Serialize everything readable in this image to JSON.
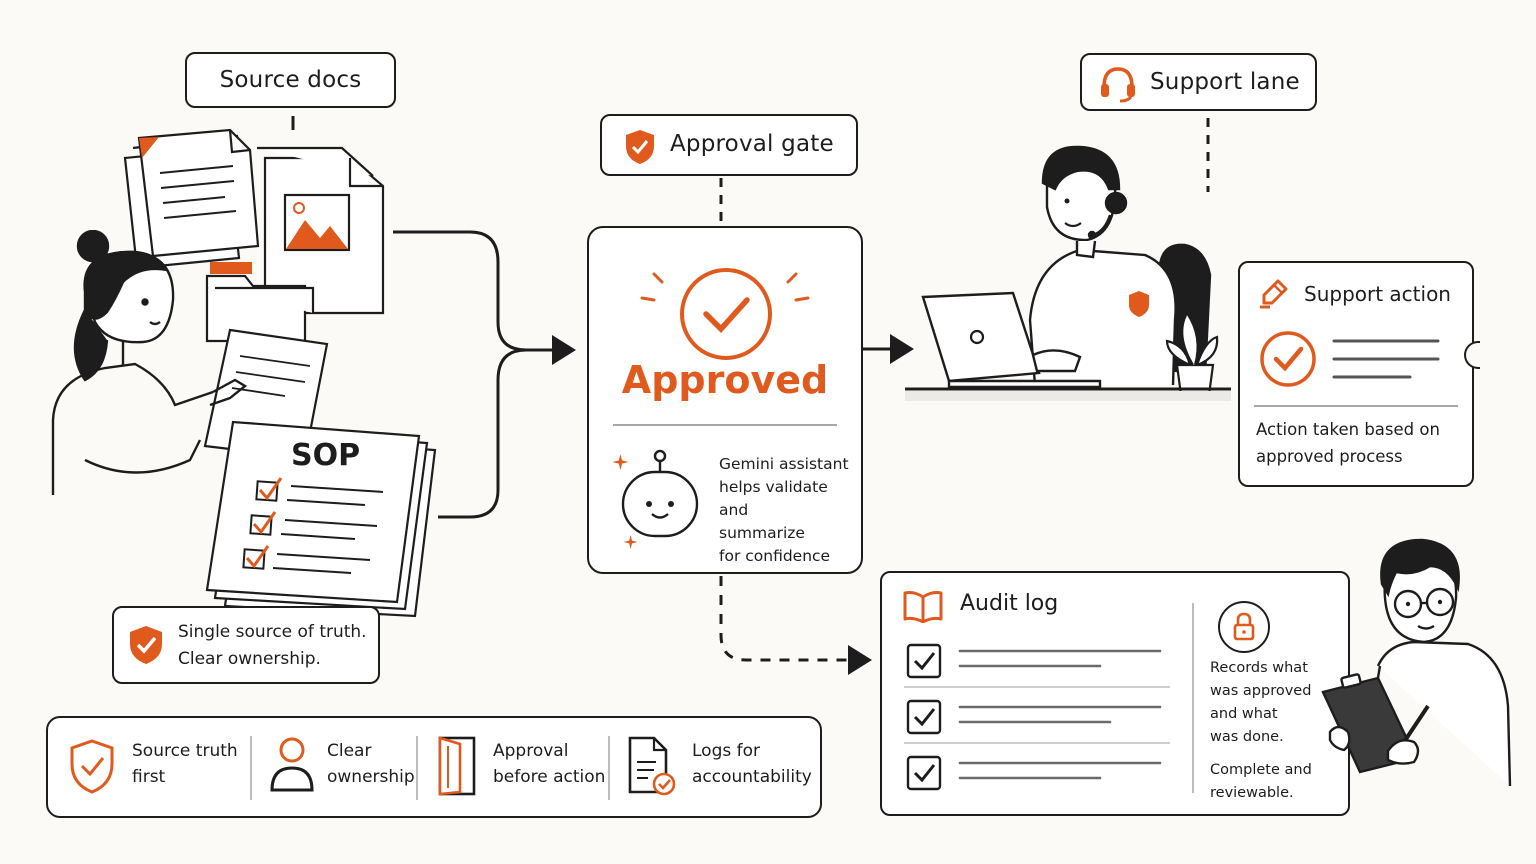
{
  "labels": {
    "source_docs": "Source docs",
    "approval_gate": "Approval gate",
    "support_lane": "Support lane",
    "sop": "SOP"
  },
  "source_note": {
    "line1": "Single source of truth.",
    "line2": "Clear ownership."
  },
  "approval": {
    "status": "Approved",
    "assistant_lines": [
      "Gemini assistant",
      "helps validate and",
      "summarize",
      "for confidence"
    ]
  },
  "support_action": {
    "title": "Support action",
    "desc_line1": "Action taken based on",
    "desc_line2": "approved process"
  },
  "audit_log": {
    "title": "Audit log",
    "note_lines": [
      "Records what",
      "was approved",
      "and what",
      "was done."
    ],
    "note2_lines": [
      "Complete and",
      "reviewable."
    ]
  },
  "legend": [
    {
      "icon": "shield-check-icon",
      "line1": "Source truth",
      "line2": "first"
    },
    {
      "icon": "person-icon",
      "line1": "Clear",
      "line2": "ownership"
    },
    {
      "icon": "door-icon",
      "line1": "Approval",
      "line2": "before action"
    },
    {
      "icon": "document-check-icon",
      "line1": "Logs for",
      "line2": "accountability"
    }
  ],
  "colors": {
    "accent": "#e05a1e",
    "ink": "#1d1d1d",
    "background": "#fbfaf6"
  }
}
